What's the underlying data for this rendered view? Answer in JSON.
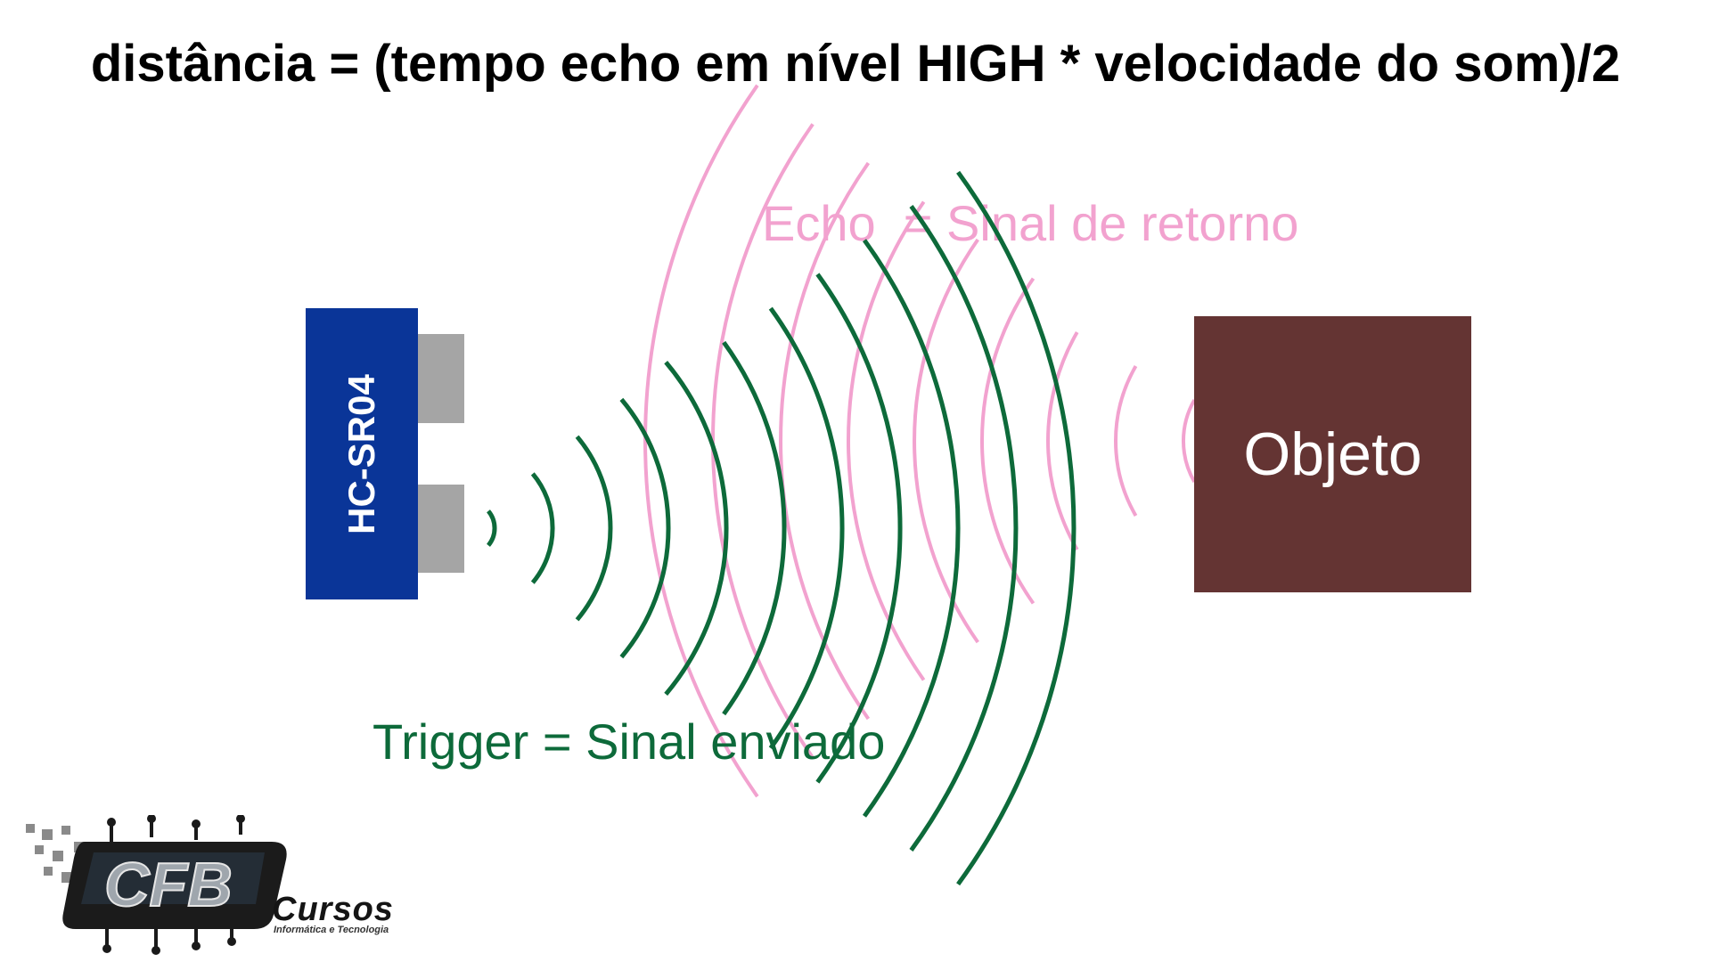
{
  "formula": "distância = (tempo echo em nível HIGH * velocidade do som)/2",
  "echo_label": "Echo  = Sinal de retorno",
  "trigger_label": "Trigger = Sinal enviado",
  "sensor_label": "HC-SR04",
  "object_label": "Objeto",
  "logo": {
    "text": "CFB",
    "name": "Cursos",
    "tagline": "Informática e Tecnologia"
  },
  "colors": {
    "echo": "#f2a2cf",
    "trigger": "#0d6a3a",
    "sensor": "#0a3598",
    "transducer": "#a5a5a5",
    "object": "#643433"
  }
}
